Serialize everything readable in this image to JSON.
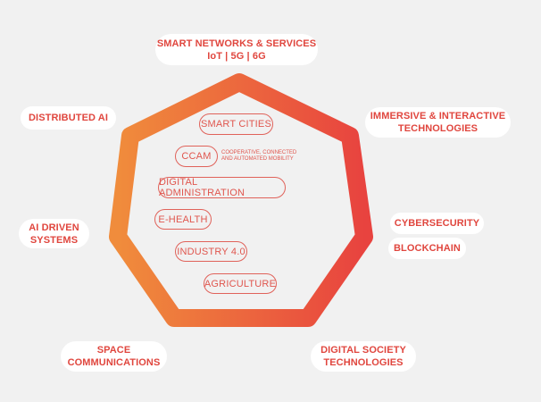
{
  "outer": {
    "smart_networks": {
      "line1": "SMART NETWORKS & SERVICES",
      "line2": "IoT | 5G | 6G"
    },
    "distributed_ai": "DISTRIBUTED AI",
    "immersive": {
      "line1": "IMMERSIVE & INTERACTIVE",
      "line2": "TECHNOLOGIES"
    },
    "ai_driven": {
      "line1": "AI DRIVEN",
      "line2": "SYSTEMS"
    },
    "cybersecurity": "CYBERSECURITY",
    "blockchain": "BLOCKCHAIN",
    "space": {
      "line1": "SPACE",
      "line2": "COMMUNICATIONS"
    },
    "digital_society": {
      "line1": "DIGITAL SOCIETY",
      "line2": "TECHNOLOGIES"
    }
  },
  "inner": {
    "smart_cities": "SMART CITIES",
    "ccam": "CCAM",
    "ccam_caption": {
      "line1": "COOPERATIVE, CONNECTED",
      "line2": "AND AUTOMATED MOBILITY"
    },
    "digital_admin": "DIGITAL ADMINISTRATION",
    "ehealth": "E-HEALTH",
    "industry": "INDUSTRY 4.0",
    "agriculture": "AGRICULTURE"
  },
  "colors": {
    "gradient_start": "#f08c3c",
    "gradient_end": "#e8433f",
    "text": "#e0463e"
  }
}
